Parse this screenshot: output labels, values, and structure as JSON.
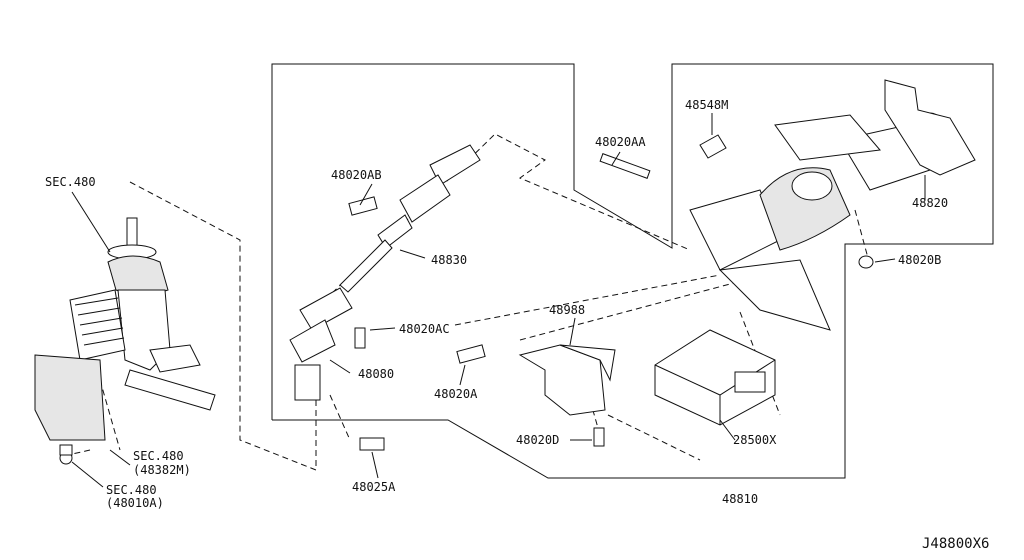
{
  "labels": {
    "sec480_top": "SEC.480",
    "p48020AB": "48020AB",
    "p48830": "48830",
    "p48020AC": "48020AC",
    "p48080": "48080",
    "p48020AA": "48020AA",
    "p48548M": "48548M",
    "p48820": "48820",
    "p48020B": "48020B",
    "p48988": "48988",
    "p48020A": "48020A",
    "p48020D": "48020D",
    "p28500X": "28500X",
    "p48025A": "48025A",
    "p48810": "48810",
    "sec480_mid": "SEC.480",
    "p48382M": "(48382M)",
    "sec480_low": "SEC.480",
    "p48010A": "(48010A)",
    "code": "J48800X6"
  }
}
